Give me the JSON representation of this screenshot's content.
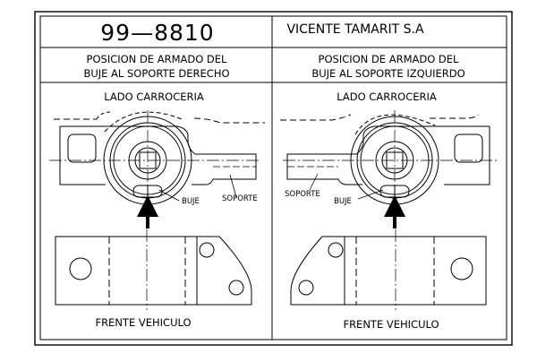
{
  "drawing": {
    "number": "99—8810",
    "company": "VICENTE TAMARIT S.A",
    "right_side": {
      "title_line1": "POSICION DE ARMADO DEL",
      "title_line2": "BUJE AL SOPORTE DERECHO",
      "top_label": "LADO CARROCERIA",
      "bottom_label": "FRENTE VEHICULO",
      "bushing_label": "BUJE",
      "bracket_label": "SOPORTE"
    },
    "left_side": {
      "title_line1": "POSICION DE ARMADO DEL",
      "title_line2": "BUJE AL SOPORTE IZQUIERDO",
      "top_label": "LADO CARROCERIA",
      "bottom_label": "FRENTE VEHICULO",
      "bushing_label": "BUJE",
      "bracket_label": "SOPORTE"
    }
  }
}
